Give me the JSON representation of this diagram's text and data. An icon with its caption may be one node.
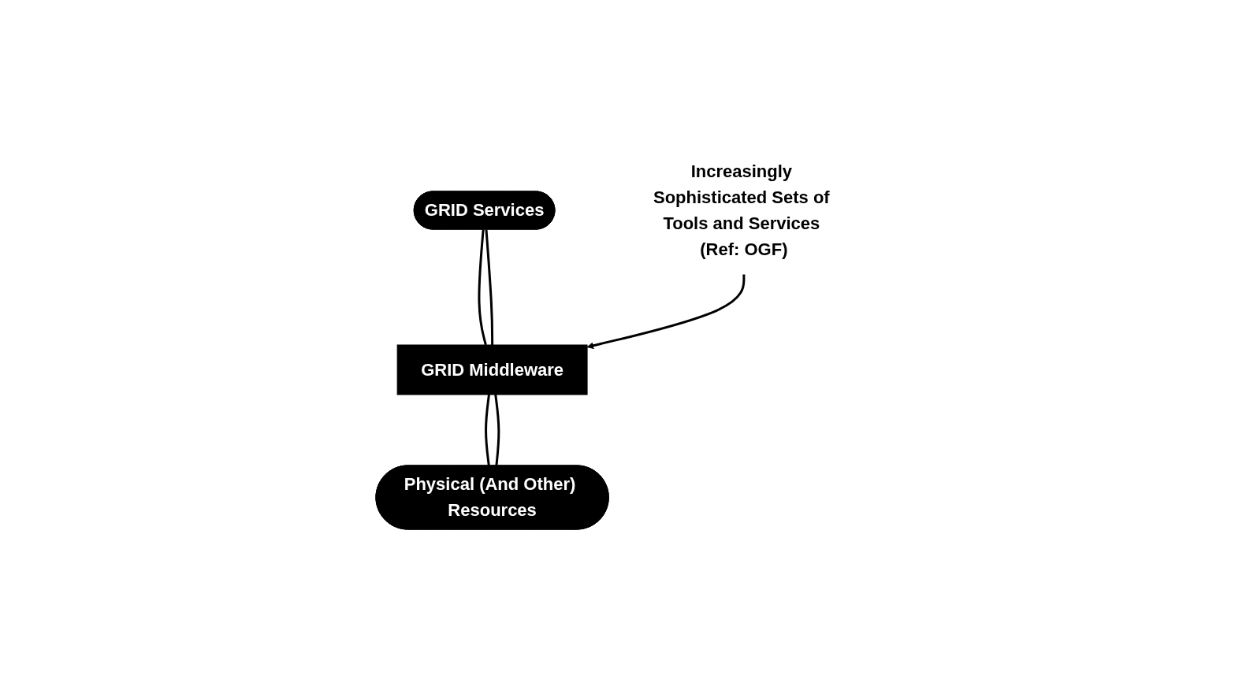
{
  "diagram": {
    "nodes": [
      {
        "text": [
          "GRID Services"
        ]
      },
      {
        "text": [
          "GRID Middleware"
        ]
      },
      {
        "text": [
          "Physical (And Other) Resources"
        ]
      },
      {
        "text": [
          "Increasingly Sophisticated Sets of Tools and Services (Ref: OGF)"
        ]
      }
    ],
    "edges": [
      {
        "from": 0,
        "to": 1,
        "arrow": "none"
      },
      {
        "from": 0,
        "to": 1,
        "arrow": "none"
      },
      {
        "from": 1,
        "to": 2,
        "arrow": "none"
      },
      {
        "from": 1,
        "to": 2,
        "arrow": "none"
      },
      {
        "from": 3,
        "to": 1,
        "arrow": "to"
      }
    ]
  }
}
